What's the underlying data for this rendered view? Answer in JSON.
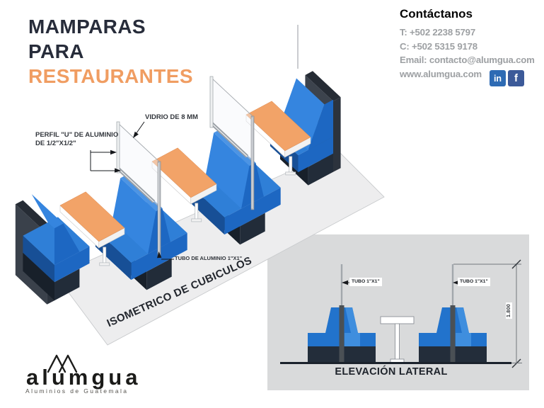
{
  "title": {
    "line1": "MAMPARAS",
    "line2": "PARA",
    "line3": "RESTAURANTES"
  },
  "contact": {
    "heading": "Contáctanos",
    "phone_t": "T: +502 2238 5797",
    "phone_c": "C: +502 5315 9178",
    "email": "Email: contacto@alumgua.com",
    "website": "www.alumgua.com",
    "linkedin_icon": "in",
    "facebook_icon": "f"
  },
  "isometric": {
    "label_glass": "VIDRIO DE 8 MM",
    "label_profile_1": "PERFIL \"U\" DE ALUMINIO",
    "label_profile_2": "DE 1/2\"X1/2\"",
    "label_tube": "TUBO DE ALUMINIO 1\"X1\"",
    "caption": "ISOMETRICO DE CUBICULOS"
  },
  "elevation": {
    "title": "ELEVACIÓN LATERAL",
    "tube_label": "TUBO 1\"X1\"",
    "dimension": "1.800"
  },
  "logo": {
    "name": "alumgua",
    "tagline": "Aluminios de Guatemala"
  },
  "colors": {
    "accent_orange": "#f09d62",
    "title_navy": "#272c3a",
    "orange": "#f2a368",
    "blue": "#1d67c2",
    "blue_light": "#3585df",
    "blue_top": "#2f7fd7",
    "blue_shadow": "#174f96",
    "navy": "#222c39",
    "navy_dark": "#18202a",
    "panel_gray": "#3c434d",
    "floor": "#ededee",
    "elevation_bg": "#d9dadb",
    "elevation_blue": "#2273cc",
    "elevation_blue_light": "#3f8ede",
    "elevation_navy": "#232d3a",
    "post_gray": "#4a5055",
    "linkedin": "#2e6bb4",
    "facebook": "#3c5a99"
  }
}
